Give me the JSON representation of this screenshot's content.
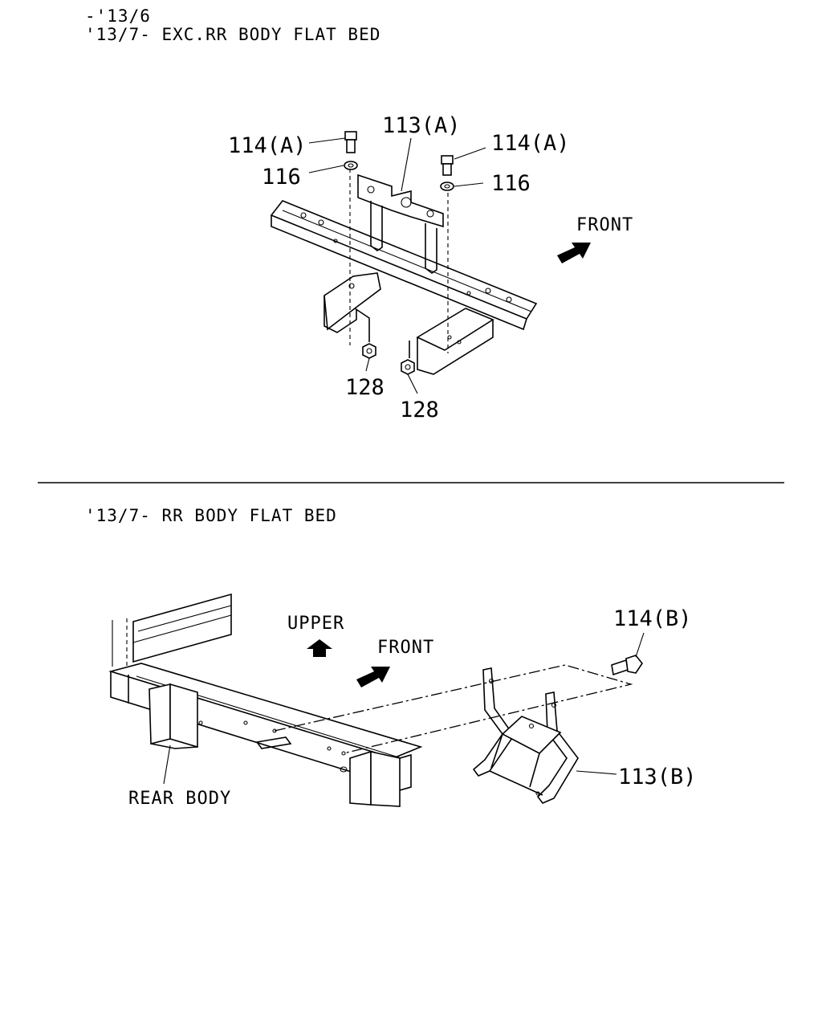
{
  "top_section": {
    "header_line1": "-'13/6",
    "header_line2": "'13/7- EXC.RR BODY FLAT BED",
    "callouts": {
      "c113a": "113(A)",
      "c114a_left": "114(A)",
      "c114a_right": "114(A)",
      "c116_left": "116",
      "c116_right": "116",
      "c128_left": "128",
      "c128_right": "128",
      "front": "FRONT"
    }
  },
  "bottom_section": {
    "header": "'13/7- RR BODY FLAT BED",
    "callouts": {
      "upper": "UPPER",
      "front": "FRONT",
      "c114b": "114(B)",
      "c113b": "113(B)",
      "rear_body": "REAR BODY"
    }
  }
}
